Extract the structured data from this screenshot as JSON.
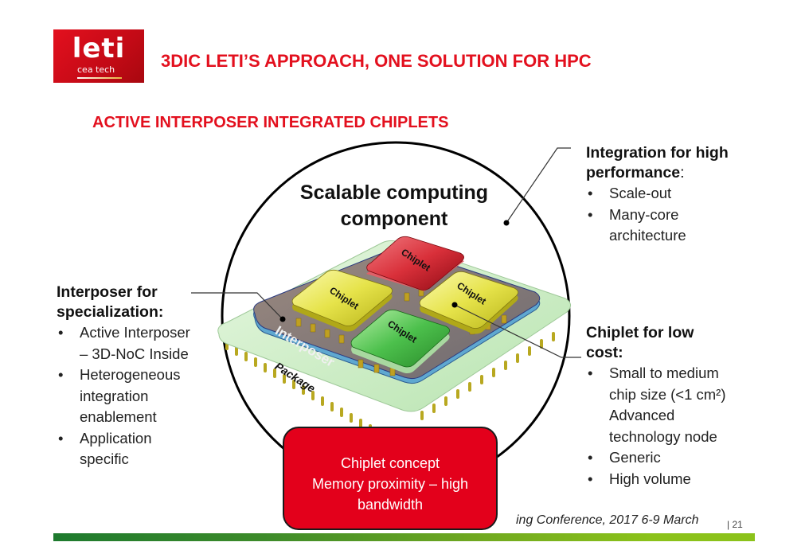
{
  "logo": {
    "main": "leti",
    "sub": "cea tech"
  },
  "header": {
    "title": "3DIC LETI’S APPROACH, ONE SOLUTION FOR HPC"
  },
  "subtitle": "ACTIVE INTERPOSER INTEGRATED CHIPLETS",
  "diagram": {
    "title_line1": "Scalable computing",
    "title_line2": "component",
    "labels": {
      "chiplet": "Chiplet",
      "interposer": "Interposer",
      "package": "Package"
    },
    "chiplet_colors": {
      "red": "#d9303a",
      "yellow": "#e6e34a",
      "green": "#4cc04c"
    },
    "callout": {
      "line1": "Chiplet concept",
      "line2": "Memory proximity – high",
      "line3": "bandwidth"
    }
  },
  "left_block": {
    "heading_line1": "Interposer for",
    "heading_line2": "specialization:",
    "bullets": [
      {
        "lines": [
          "Active Interposer",
          "– 3D-NoC Inside"
        ]
      },
      {
        "lines": [
          "Heterogeneous",
          "integration",
          "enablement"
        ]
      },
      {
        "lines": [
          "Application",
          "specific"
        ]
      }
    ]
  },
  "right_top": {
    "heading_line1": "Integration for high",
    "heading_line2_bold": "performance",
    "heading_line2_rest": ":",
    "bullets": [
      {
        "lines": [
          "Scale-out"
        ]
      },
      {
        "lines": [
          "Many-core",
          "architecture"
        ]
      }
    ]
  },
  "right_bottom": {
    "heading_line1": "Chiplet for low",
    "heading_line2": "cost:",
    "bullets": [
      {
        "lines": [
          "Small to medium",
          "chip size (<1 cm²)",
          "Advanced",
          "technology node"
        ]
      },
      {
        "lines": [
          "Generic"
        ]
      },
      {
        "lines": [
          "High volume"
        ]
      }
    ]
  },
  "footer": {
    "text": "ing Conference, 2017 6-9 March",
    "page": "| 21"
  },
  "bullet_char": "•",
  "colors": {
    "brand_red": "#e3101e",
    "callout_red": "#e3001b",
    "bar_dark_green": "#1e7a2e",
    "bar_light_green": "#8bc21a"
  }
}
